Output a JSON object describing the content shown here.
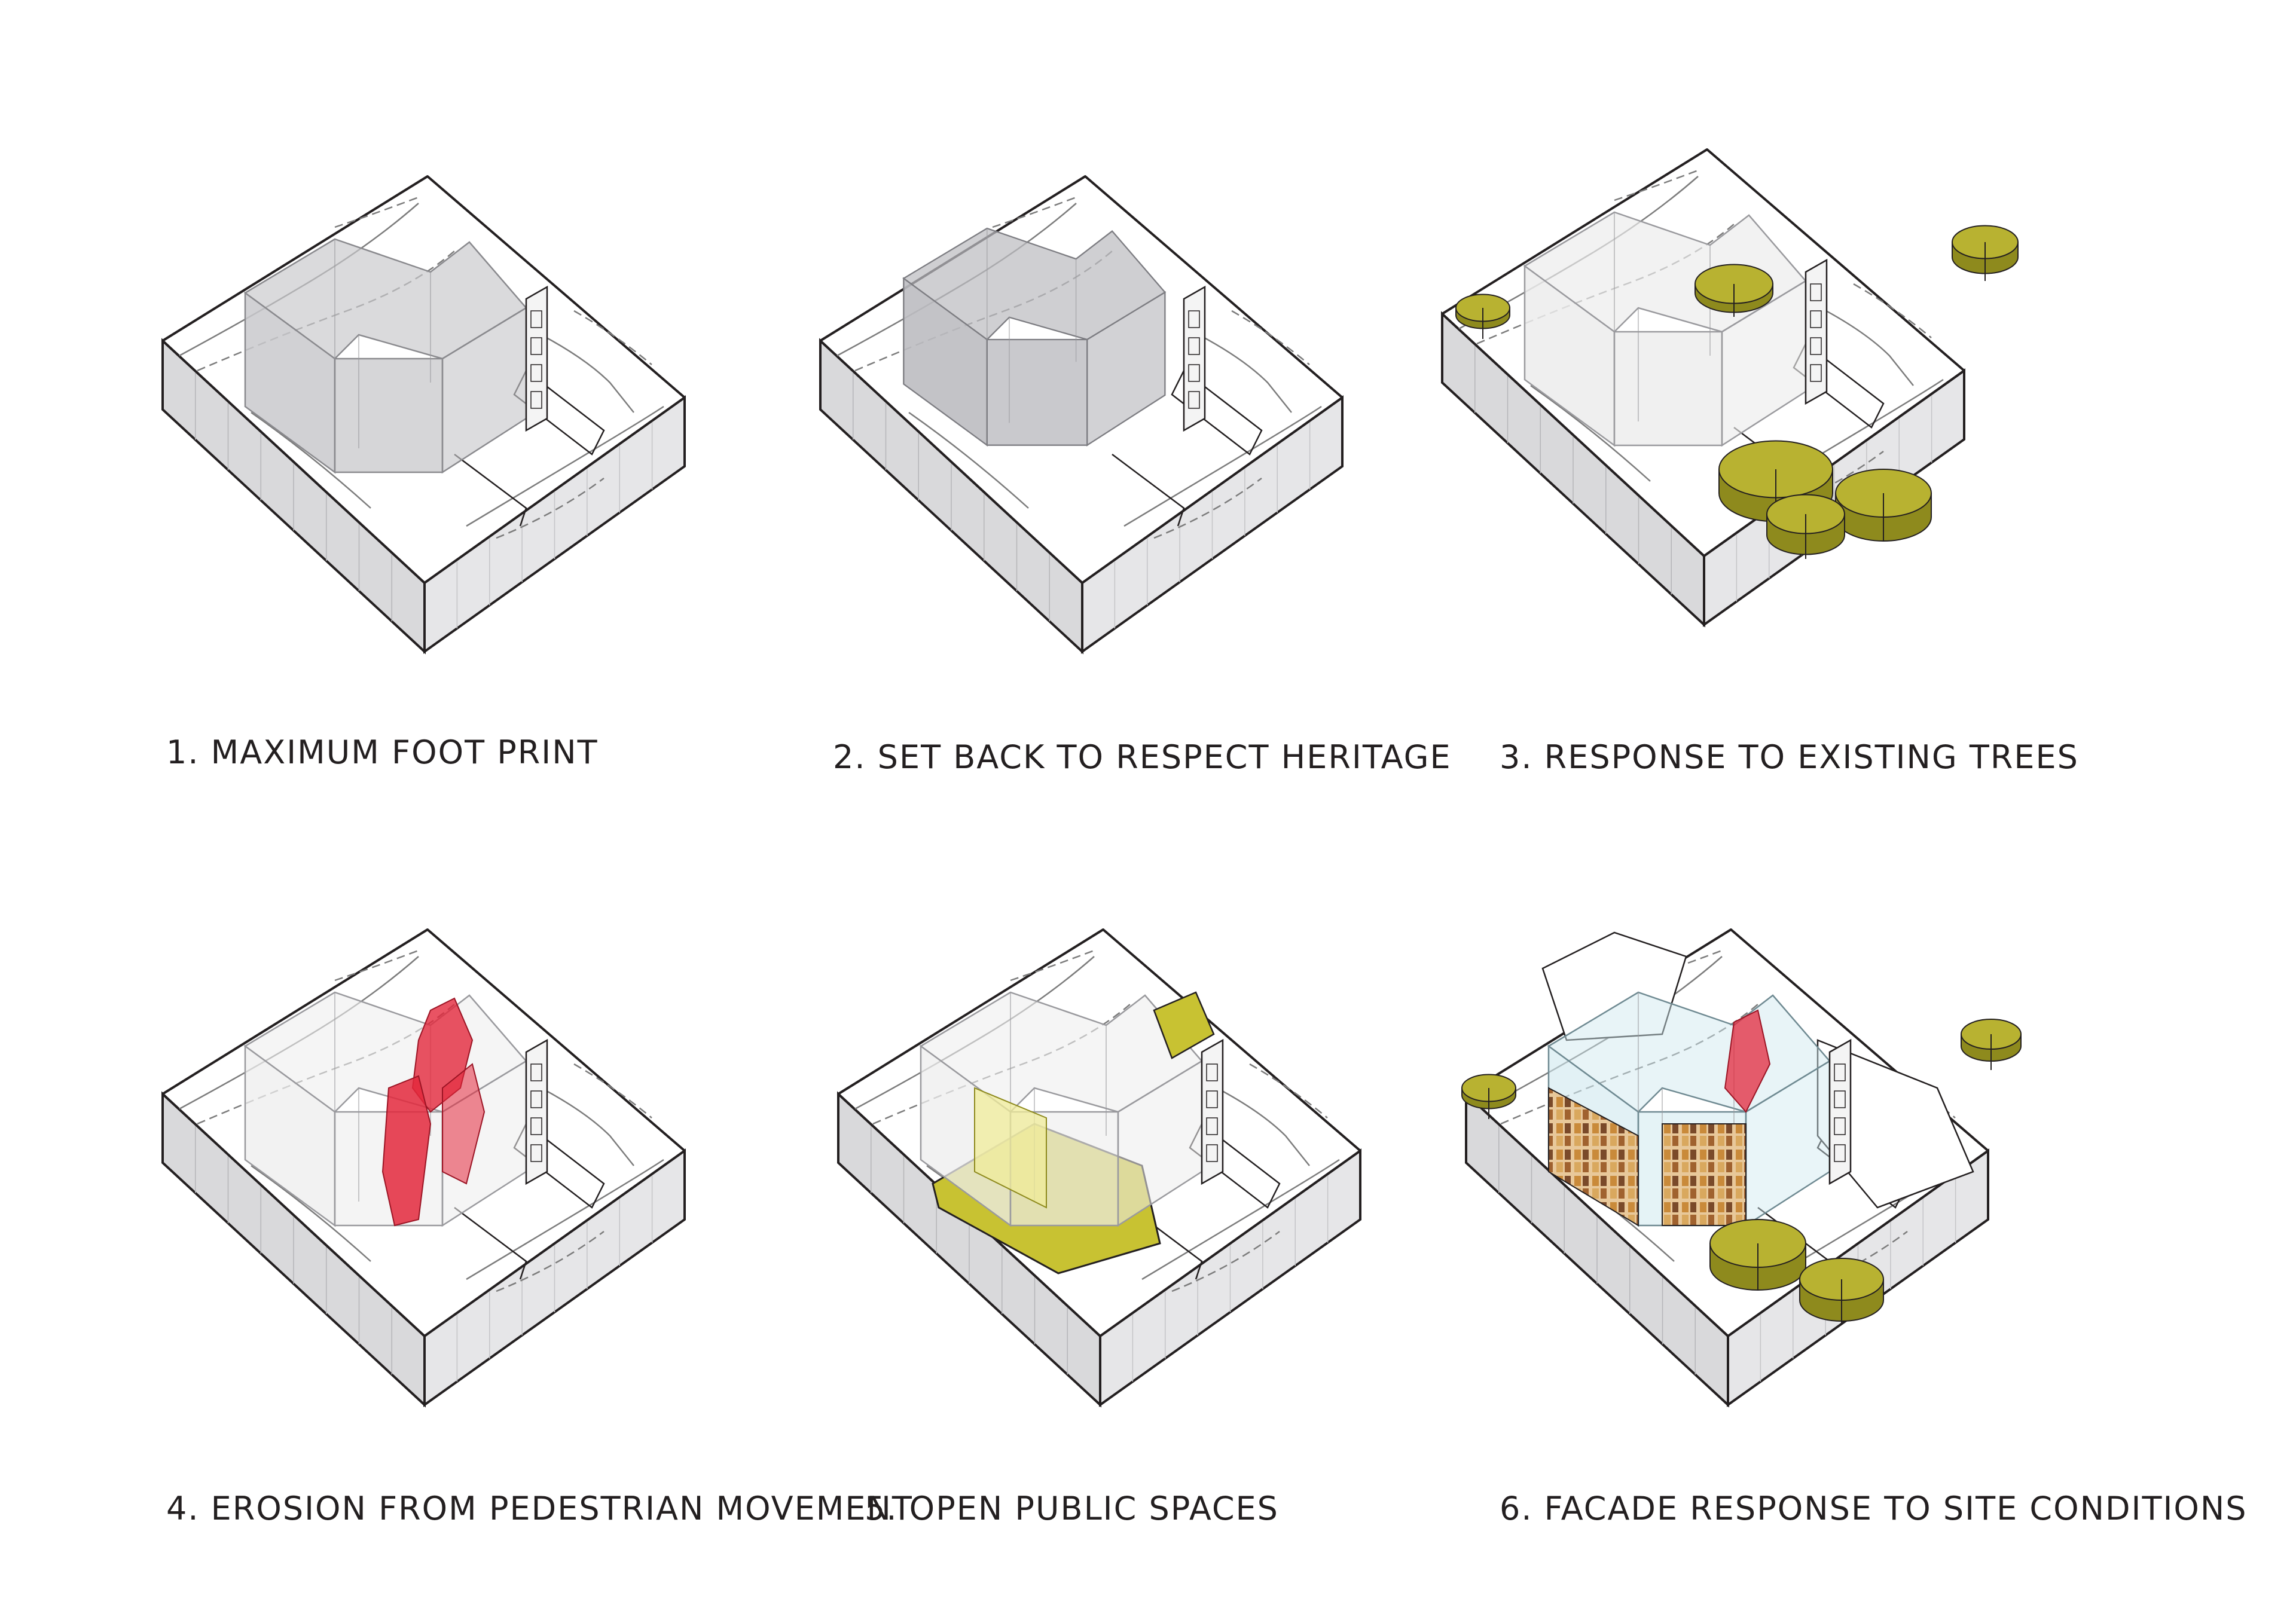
{
  "diagrams": [
    {
      "label": "1. MAXIMUM FOOT PRINT",
      "theme": "maximum-footprint"
    },
    {
      "label": "2. SET BACK TO RESPECT HERITAGE",
      "theme": "heritage-setback"
    },
    {
      "label": "3. RESPONSE TO EXISTING TREES",
      "theme": "existing-trees"
    },
    {
      "label": "4. EROSION FROM PEDESTRIAN MOVEMENT",
      "theme": "pedestrian-erosion"
    },
    {
      "label": "5. OPEN PUBLIC SPACES",
      "theme": "public-spaces"
    },
    {
      "label": "6. FACADE RESPONSE TO SITE CONDITIONS",
      "theme": "facade-response"
    }
  ],
  "colors": {
    "ground_top": "#ffffff",
    "ground_side": "#d9d9db",
    "outline": "#231f20",
    "contour": "#7c7c7c",
    "massing": "#c9c9cc",
    "tree": "#b8b231",
    "tree_dark": "#8e8a1d",
    "erosion_red": "#e3283c",
    "public_space": "#c8c232",
    "glass_blue": "#cfe8ef",
    "facade_orange": "#c98a3a",
    "facade_brown": "#7a4a2a"
  }
}
